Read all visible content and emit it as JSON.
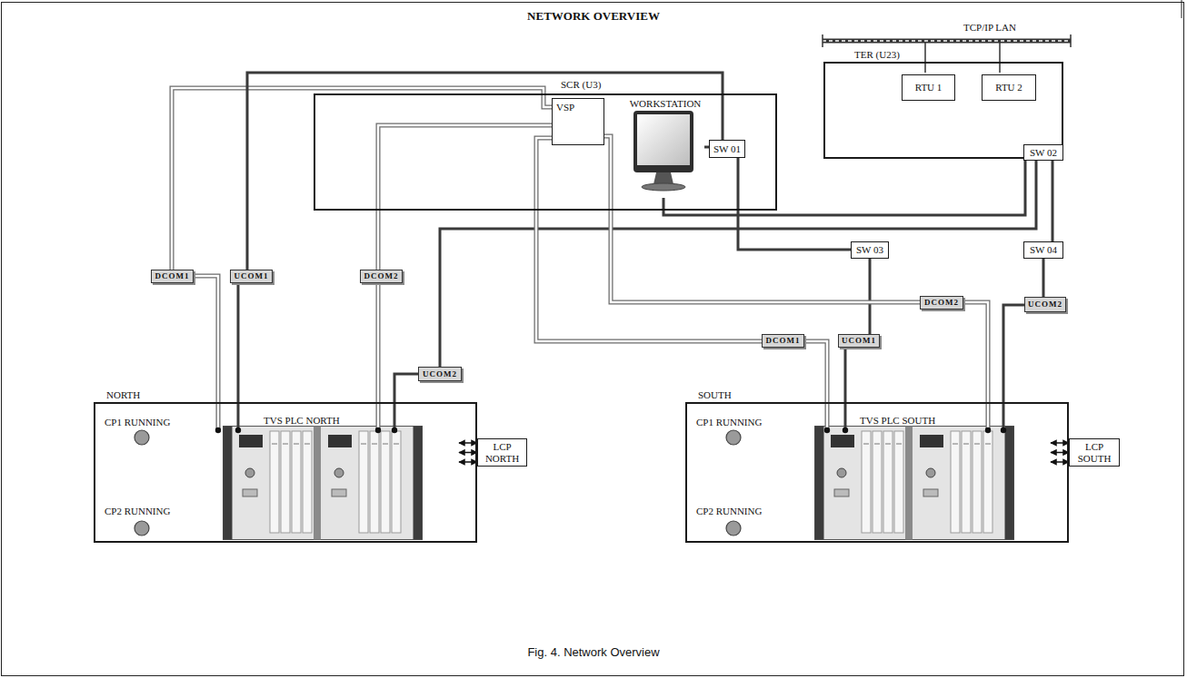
{
  "diagram": {
    "title": "NETWORK OVERVIEW",
    "caption": "Fig. 4. Network Overview",
    "nodes": [
      {
        "text": [
          "SCR (U3)"
        ]
      },
      {
        "text": [
          "VSP"
        ],
        "in": 0
      },
      {
        "text": [
          "WORKSTATION"
        ],
        "in": 0
      },
      {
        "text": [
          "SW 01"
        ],
        "in": 0
      },
      {
        "text": [
          "TER (U23)"
        ]
      },
      {
        "text": [
          "RTU 1"
        ],
        "in": 4
      },
      {
        "text": [
          "RTU 2"
        ],
        "in": 4
      },
      {
        "text": [
          "SW 02"
        ],
        "in": 4
      },
      {
        "text": [
          "SW 03"
        ]
      },
      {
        "text": [
          "SW 04"
        ]
      },
      {
        "text": [
          "DCOM1"
        ]
      },
      {
        "text": [
          "UCOM1"
        ]
      },
      {
        "text": [
          "DCOM2"
        ]
      },
      {
        "text": [
          "UCOM2"
        ]
      },
      {
        "text": [
          "DCOM1"
        ]
      },
      {
        "text": [
          "UCOM1"
        ]
      },
      {
        "text": [
          "DCOM2"
        ]
      },
      {
        "text": [
          "UCOM2"
        ]
      },
      {
        "text": [
          "NORTH",
          "CP1 RUNNING",
          "CP2 RUNNING",
          "TVS PLC NORTH"
        ]
      },
      {
        "text": [
          "LCP NORTH"
        ]
      },
      {
        "text": [
          "SOUTH",
          "CP1 RUNNING",
          "CP2 RUNNING",
          "TVS PLC SOUTH"
        ]
      },
      {
        "text": [
          "LCP SOUTH"
        ]
      }
    ],
    "edges": [
      {
        "from": 1,
        "to": 10,
        "arrow": "none"
      },
      {
        "from": 10,
        "to": 18,
        "arrow": "none"
      },
      {
        "from": 3,
        "to": 11,
        "arrow": "none"
      },
      {
        "from": 11,
        "to": 18,
        "arrow": "none"
      },
      {
        "from": 1,
        "to": 12,
        "arrow": "none"
      },
      {
        "from": 12,
        "to": 18,
        "arrow": "none"
      },
      {
        "from": 7,
        "to": 13,
        "arrow": "none"
      },
      {
        "from": 13,
        "to": 18,
        "arrow": "none"
      },
      {
        "from": 1,
        "to": 14,
        "arrow": "none"
      },
      {
        "from": 14,
        "to": 20,
        "arrow": "none"
      },
      {
        "from": 3,
        "to": 8,
        "arrow": "none"
      },
      {
        "from": 8,
        "to": 15,
        "arrow": "none"
      },
      {
        "from": 15,
        "to": 20,
        "arrow": "none"
      },
      {
        "from": 1,
        "to": 16,
        "arrow": "none"
      },
      {
        "from": 16,
        "to": 20,
        "arrow": "none"
      },
      {
        "from": 7,
        "to": 9,
        "arrow": "none"
      },
      {
        "from": 9,
        "to": 17,
        "arrow": "none"
      },
      {
        "from": 17,
        "to": 20,
        "arrow": "none"
      },
      {
        "from": 2,
        "to": 7,
        "arrow": "none"
      },
      {
        "from": 2,
        "to": 3,
        "arrow": "none"
      },
      {
        "from": 18,
        "to": 19,
        "arrow": "both"
      },
      {
        "from": 20,
        "to": 21,
        "arrow": "both"
      }
    ],
    "labels": [
      "TCP/IP LAN"
    ]
  }
}
